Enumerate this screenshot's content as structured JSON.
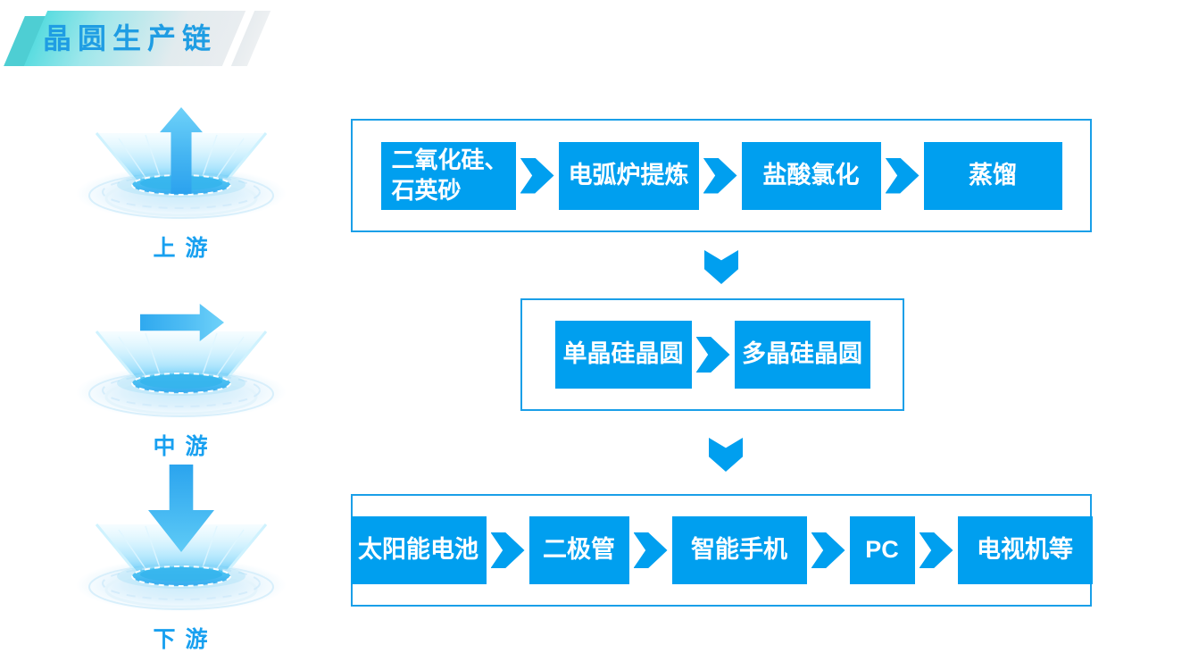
{
  "title": "晶圆生产链",
  "stages": [
    {
      "label": "上 游",
      "direction_icon": "up-arrow",
      "flow_boxes": [
        "二氧化硅、\n石英砂",
        "电弧炉提炼",
        "盐酸氯化",
        "蒸馏"
      ]
    },
    {
      "label": "中 游",
      "direction_icon": "right-arrow",
      "flow_boxes": [
        "单晶硅晶圆",
        "多晶硅晶圆"
      ]
    },
    {
      "label": "下 游",
      "direction_icon": "down-arrow",
      "flow_boxes": [
        "太阳能电池",
        "二极管",
        "智能手机",
        "PC",
        "电视机等"
      ]
    }
  ],
  "colors": {
    "box_blue": "#009FEF",
    "panel_border_blue": "#1A9FE8",
    "stage_label_blue": "#18A0F0",
    "title_text_blue": "#1F9DE3",
    "banner_teal": "#5ADCE0",
    "banner_gray": "#E9EDF0",
    "banner_accent_teal": "#2FC6CB"
  }
}
